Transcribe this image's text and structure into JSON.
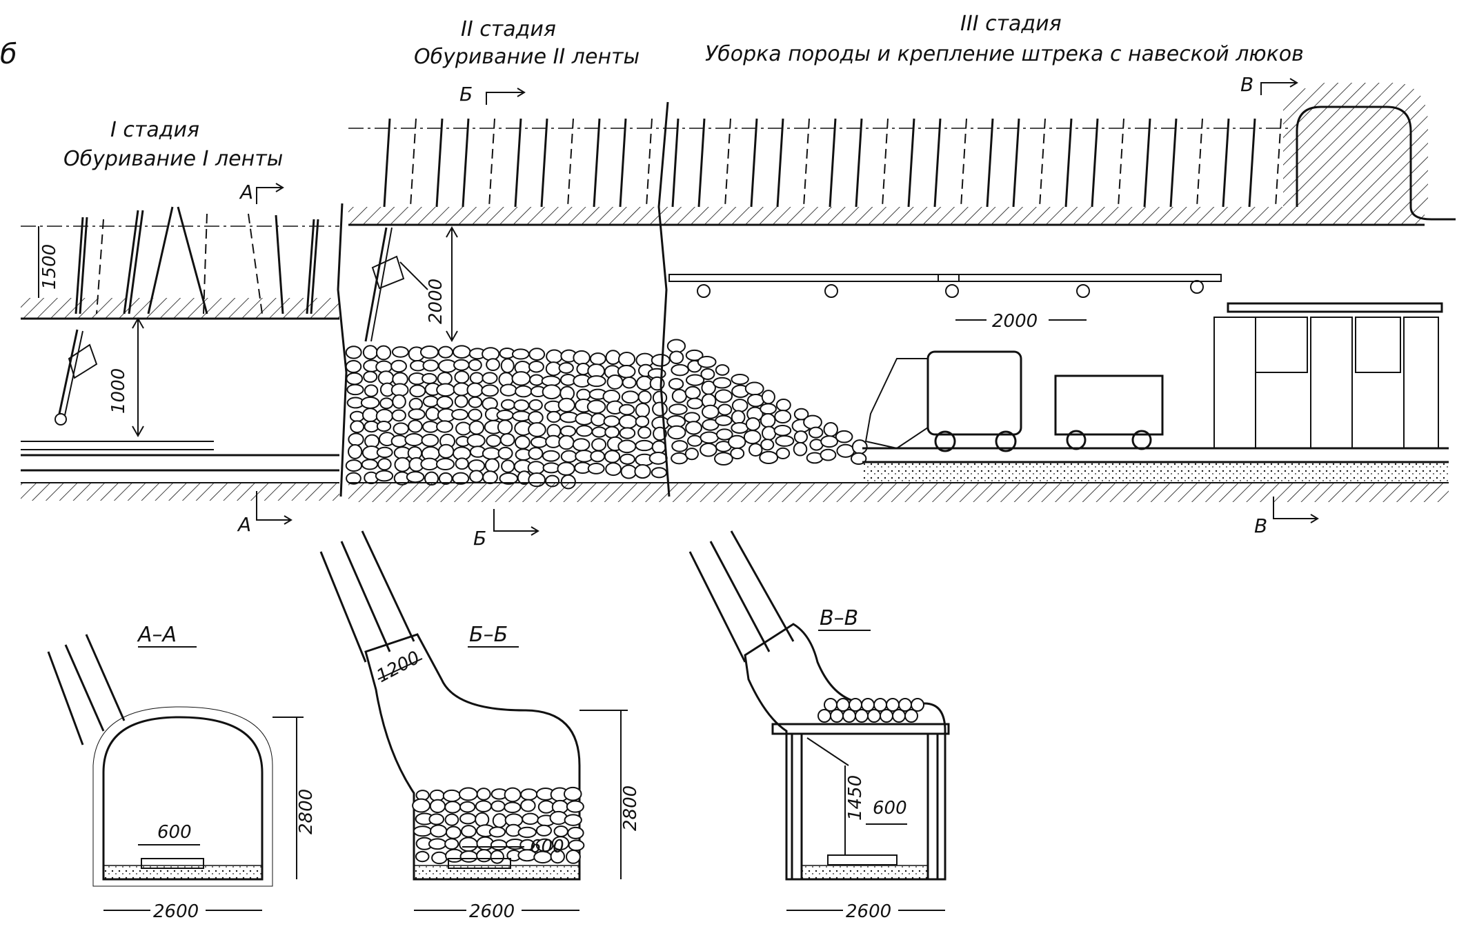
{
  "figure_letter": "б",
  "stages": {
    "stage1": {
      "title": "I стадия",
      "subtitle": "Обуривание I ленты"
    },
    "stage2": {
      "title": "II стадия",
      "subtitle": "Обуривание II ленты"
    },
    "stage3": {
      "title": "III стадия",
      "subtitle": "Уборка породы и крепление штрека с навеской люков"
    }
  },
  "section_marks": {
    "a": "А",
    "b": "Б",
    "v": "В"
  },
  "dimensions": {
    "d1500": "1500",
    "d1000": "1000",
    "d2000_vertical": "2000",
    "d2000_horizontal": "2000"
  },
  "cross_sections": [
    {
      "title": "А–А",
      "gauge": "600",
      "height": "2800",
      "width": "2600"
    },
    {
      "title": "Б–Б",
      "gauge": "600",
      "height": "2800",
      "width": "2600",
      "drill_width": "1200"
    },
    {
      "title": "В–В",
      "gauge": "600",
      "width": "2600",
      "clearance": "1450"
    }
  ],
  "colors": {
    "ink": "#111111",
    "paper": "#ffffff"
  }
}
